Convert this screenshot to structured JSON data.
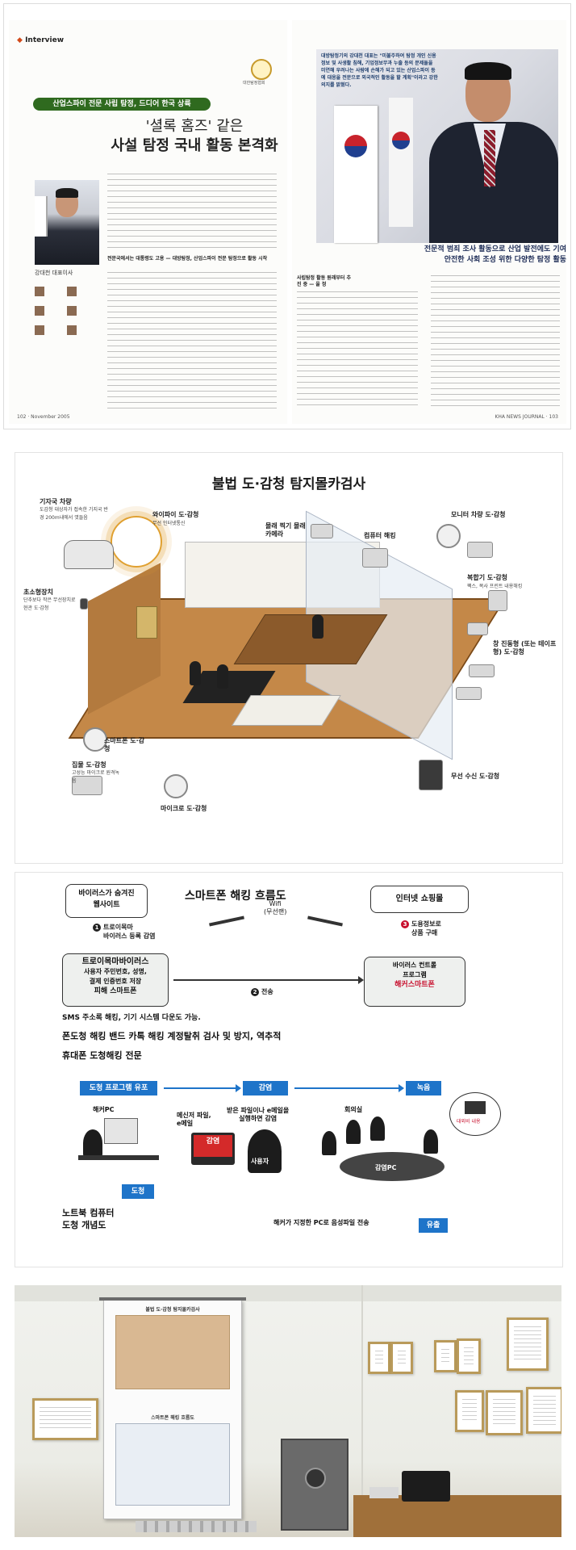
{
  "magazine": {
    "section_label": "Interview",
    "topic_banner": "산업스파이 전문 사립 탐정, 드디어 한국 상륙",
    "headline_line1": "'셜록 홈즈' 같은",
    "headline_line2": "사설 탐정 국내 활동 본격화",
    "ceo_caption": "강대천 대표이사",
    "logo_text": "대한탐정협회",
    "subheading_1": "전문국에서는 대통령도 고용 — 대방탐정, 산업스파이 전문 탐정으로 활동 시작",
    "subheading_2": "사립탐정 활동 원래부터 추진 중 — 을 정",
    "right_intro": "대방탐정기의 강대천 대표는 \"미불주하여 탐정 개인 신용정보 및 사생활 침해, 기업정보무과 누출 등의 문제들을 미연해 우려나는 사람에 손해가 되고 있는 산업스파이 등에 대응을 전문으로 외국적인 활동을 할 계획\"이라고 강한 의지를 밝혔다.",
    "photo_caption_line1": "전문적 범죄 조사 활동으로 산업 발전에도 기여",
    "photo_caption_line2": "안전한 사회 조성 위한 다양한 탐정 활동",
    "footer_left": "102 · November 2005",
    "footer_right": "KHA NEWS JOURNAL · 103"
  },
  "diagram": {
    "title": "불법 도·감청 탐지몰카검사",
    "labels": {
      "car": "기자국 차량",
      "car_sub": "도감청 대상자가 접속한 기지국 반경 200m내에서 엿들음",
      "wireless": "와이파이 도·감청",
      "wireless_sub": "무선 인터넷통신",
      "cam": "몰래 찍기 몰래 카메라",
      "computer": "컴퓨터 해킹",
      "monitor_car": "모니터 차량 도·감청",
      "mini_transmitter": "초소형장치",
      "mini_sub": "단추보다 작은 무선장치로 현관 도·감청",
      "copier": "복합기 도·감청",
      "copier_sub": "팩스, 복사 프린트 내용해킹",
      "window": "창 진동형 (또는 테이프형) 도·감청",
      "smartphone": "스마트폰 도·감청",
      "wallphone": "집물 도·감청",
      "wallphone_sub": "고성능 마이크로 원격녹음",
      "microwave": "마이크로 도·감청",
      "wireless_recv": "무선 수신 도·감청"
    }
  },
  "flow": {
    "title": "스마트폰 해킹 흐름도",
    "wifi": "Wifi",
    "wifi_sub": "(무선랜)",
    "box_site_line1": "바이러스가 숨겨진",
    "box_site_line2": "웹사이트",
    "box_trojan_line1": "트로이목마바이러스",
    "box_trojan_line2": "사용자 주민번호, 성명,",
    "box_trojan_line3": "결제 인증번호 저장",
    "box_trojan_line4": "피해 스마트폰",
    "box_shop": "인터넷 쇼핑몰",
    "box_hacker_line1": "바이러스 컨트롤",
    "box_hacker_line2": "프로그램",
    "box_hacker_line3": "해커스마트폰",
    "step1_line1": "트로이목마",
    "step1_line2": "바이러스 등록 감염",
    "step2": "전송",
    "step3_line1": "도용정보로",
    "step3_line2": "상품 구매",
    "note1": "SMS 주소록 해킹, 기기 시스템 다운도 가능.",
    "note2": "폰도청 해킹 밴드 카톡 해킹 계정탈취 검사 및 방지, 역추적",
    "note3": "휴대폰 도청해킹 전문",
    "pill_program": "도청 프로그램 유포",
    "pill_infect": "감염",
    "pill_record": "녹음",
    "pill_wiretap": "도청",
    "pill_leak": "유출",
    "hacker_pc": "해커PC",
    "mail_text_1": "메신저 파일,",
    "mail_text_2": "e메일",
    "open_text_1": "받은 파일이나 e메일을",
    "open_text_2": "실행하면 감염",
    "infected_screen": "감염",
    "user": "사용자",
    "meeting_room": "회의실",
    "infected_pc": "감염PC",
    "concept_line1": "노트북 컴퓨터",
    "concept_line2": "도청 개념도",
    "leak_text": "해커가 지정한 PC로 음성파일 전송",
    "bubble_text": "대외비 내용"
  },
  "office_photo": {
    "poster_title_1": "불법 도·감청 탐지몰카검사",
    "poster_title_2": "스마트폰 해킹 흐름도"
  }
}
